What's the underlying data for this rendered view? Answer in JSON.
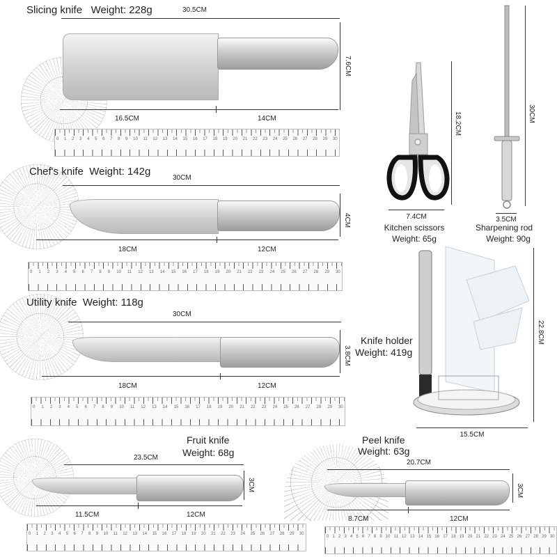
{
  "slicing_knife": {
    "name": "Slicing knife",
    "weight": "Weight: 228g",
    "length": "30.5CM",
    "height": "7.6CM",
    "blade": "16.5CM",
    "handle": "14CM"
  },
  "chefs_knife": {
    "name": "Chef's knife",
    "weight": "Weight: 142g",
    "length": "30CM",
    "height": "4CM",
    "blade": "18CM",
    "handle": "12CM"
  },
  "utility_knife": {
    "name": "Utility knife",
    "weight": "Weight: 118g",
    "length": "30CM",
    "height": "3.8CM",
    "blade": "18CM",
    "handle": "12CM"
  },
  "fruit_knife": {
    "name": "Fruit knife",
    "weight": "Weight: 68g",
    "length": "23.5CM",
    "height": "3CM",
    "blade": "11.5CM",
    "handle": "12CM"
  },
  "peel_knife": {
    "name": "Peel knife",
    "weight": "Weight: 63g",
    "length": "20.7CM",
    "height": "3CM",
    "blade": "8.7CM",
    "handle": "12CM"
  },
  "scissors": {
    "name": "Kitchen scissors",
    "weight": "Weight: 65g",
    "width": "7.4CM",
    "height": "18.2CM"
  },
  "rod": {
    "name": "Sharpening rod",
    "weight": "Weight: 90g",
    "width": "3.5CM",
    "height": "30CM"
  },
  "holder": {
    "name": "Knife holder",
    "weight": "Weight: 419g",
    "width": "15.5CM",
    "height": "22.8CM"
  },
  "ruler_numbers": [
    "0",
    "1",
    "2",
    "3",
    "4",
    "5",
    "6",
    "7",
    "8",
    "9",
    "10",
    "11",
    "12",
    "13",
    "14",
    "15",
    "16",
    "17",
    "18",
    "19",
    "20",
    "21",
    "22",
    "23",
    "24",
    "25",
    "26",
    "27",
    "28",
    "29",
    "30"
  ]
}
